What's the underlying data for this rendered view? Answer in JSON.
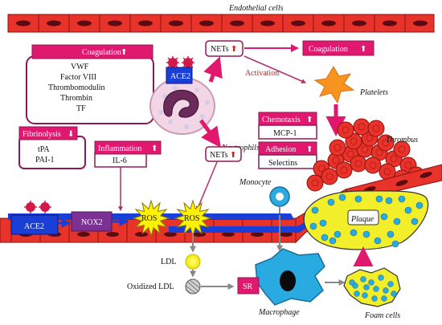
{
  "labels": {
    "endothelial": "Endothelial cells",
    "coagulation_top": "Coagulation",
    "coag_items": [
      "VWF",
      "Factor VIII",
      "Thrombomodulin",
      "Thrombin",
      "TF"
    ],
    "ace2_top": "ACE2",
    "nets_top": "NETs",
    "activation": "Activation",
    "coagulation_right": "Coagulation",
    "platelets": "Platelets",
    "neutrophils": "Neutrophils",
    "fibrinolysis": "Fibrinolysis",
    "fib_items": [
      "tPA",
      "PAI-1"
    ],
    "inflammation": "Inflammation",
    "il6": "IL-6",
    "nets_mid": "NETs",
    "chemotaxis": "Chemotaxis",
    "mcp1": "MCP-1",
    "adhesion": "Adhesion",
    "selectins": "Selectins",
    "thrombus": "Thrombus",
    "monocyte": "Monocyte",
    "ace2_bottom": "ACE2",
    "nox2": "NOX2",
    "ros1": "ROS",
    "ros2": "ROS",
    "plaque": "Plaque",
    "ldl": "LDL",
    "oxidized_ldl": "Oxidized LDL",
    "sr": "SR",
    "macrophage": "Macrophage",
    "foam_cells": "Foam cells"
  },
  "colors": {
    "cell_red": "#e8332a",
    "nucleus": "#5a0a10",
    "pink": "#e0196e",
    "magenta_box": "#e0196e",
    "purple_border": "#8b1a5a",
    "blue": "#1a3fd6",
    "yellow": "#fff200",
    "orange": "#f7931e",
    "cyan": "#29abe2",
    "nox2": "#7b3294"
  }
}
